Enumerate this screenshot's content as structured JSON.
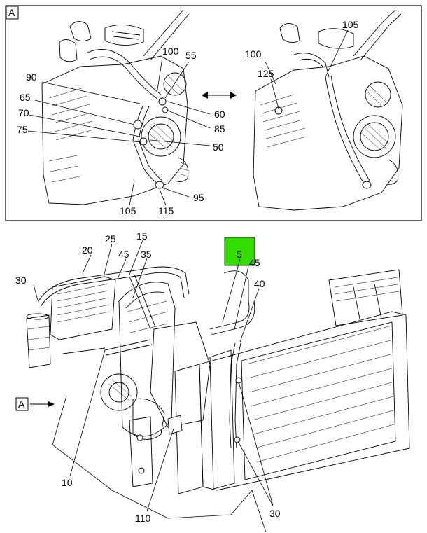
{
  "detail_box": {
    "label": "A"
  },
  "view_marker": {
    "label": "A"
  },
  "highlight_color": "#33dd00",
  "callouts": {
    "c105_top_right": "105",
    "c100_left": "100",
    "c55": "55",
    "c90": "90",
    "c65": "65",
    "c70": "70",
    "c75": "75",
    "c60": "60",
    "c85": "85",
    "c50": "50",
    "c95": "95",
    "c105_bottom": "105",
    "c115": "115",
    "c100_right": "100",
    "c125": "125",
    "c25": "25",
    "c15": "15",
    "c20": "20",
    "c45_left": "45",
    "c35": "35",
    "c30_left": "30",
    "c5": "5",
    "c45_right": "45",
    "c40": "40",
    "c10": "10",
    "c110": "110",
    "c30_bottom": "30"
  }
}
